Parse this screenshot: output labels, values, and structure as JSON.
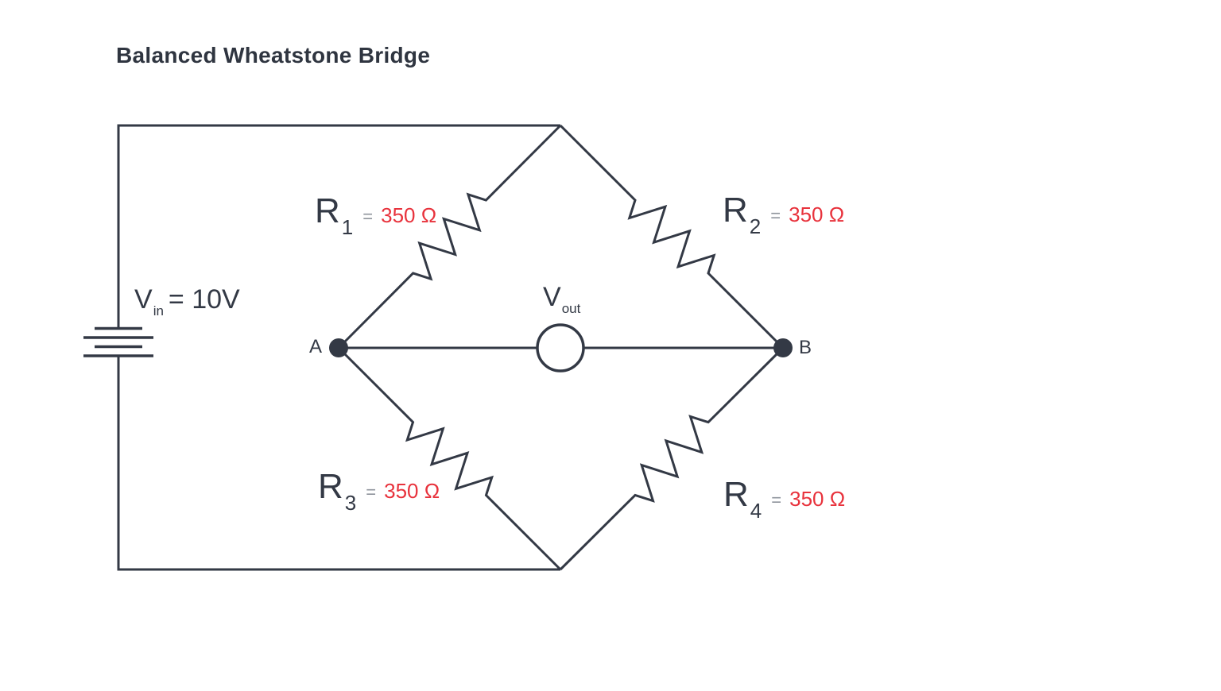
{
  "title": "Balanced Wheatstone Bridge",
  "colors": {
    "wire": "#333945",
    "label_text": "#333945",
    "resistor_value_red": "#e8323c",
    "equals_gray": "#8f949c",
    "background": "#ffffff"
  },
  "source": {
    "symbol": "V",
    "subscript": "in",
    "value": "= 10V"
  },
  "meter": {
    "symbol": "V",
    "subscript": "out"
  },
  "nodes": {
    "left": "A",
    "right": "B"
  },
  "resistors": [
    {
      "id": "R1",
      "symbol": "R",
      "subscript": "1",
      "equals": "=",
      "value": "350 Ω"
    },
    {
      "id": "R2",
      "symbol": "R",
      "subscript": "2",
      "equals": "=",
      "value": "350 Ω"
    },
    {
      "id": "R3",
      "symbol": "R",
      "subscript": "3",
      "equals": "=",
      "value": "350 Ω"
    },
    {
      "id": "R4",
      "symbol": "R",
      "subscript": "4",
      "equals": "=",
      "value": "350 Ω"
    }
  ]
}
